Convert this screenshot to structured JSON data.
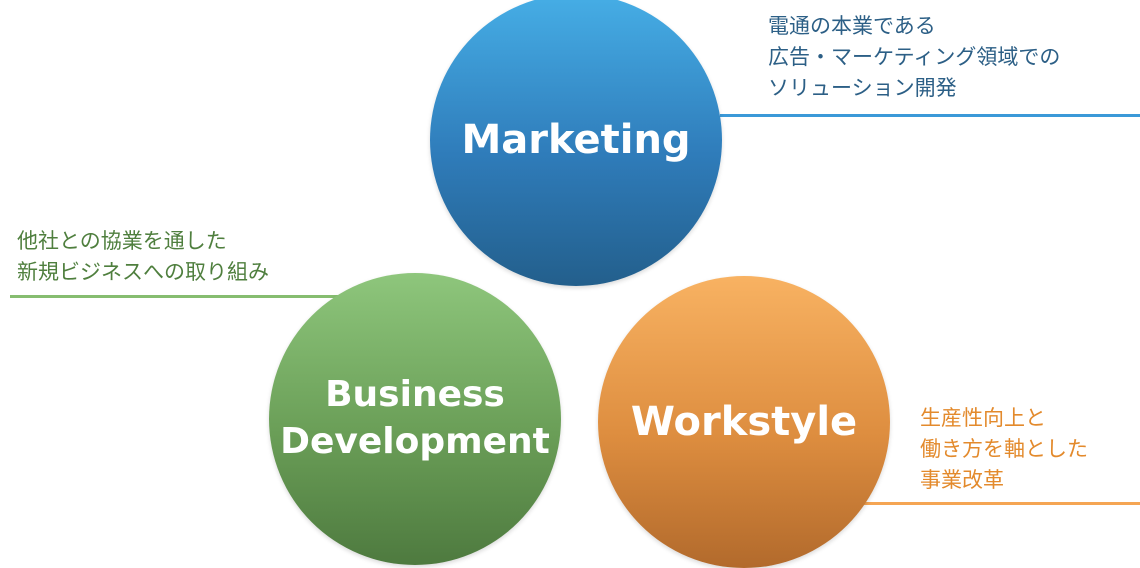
{
  "circles": {
    "marketing": {
      "label": "Marketing"
    },
    "business": {
      "label": "Business\nDevelopment"
    },
    "workstyle": {
      "label": "Workstyle"
    }
  },
  "descriptions": {
    "marketing": {
      "lines": [
        "電通の本業である",
        "広告・マーケティング領域での",
        "ソリューション開発"
      ]
    },
    "business": {
      "lines": [
        "他社との協業を通した",
        "新規ビジネスへの取り組み"
      ]
    },
    "workstyle": {
      "lines": [
        "生産性向上と",
        "働き方を軸とした",
        "事業改革"
      ]
    }
  },
  "colors": {
    "marketing": "#2f7cba",
    "business": "#6a9e57",
    "workstyle": "#dd8d3f"
  }
}
